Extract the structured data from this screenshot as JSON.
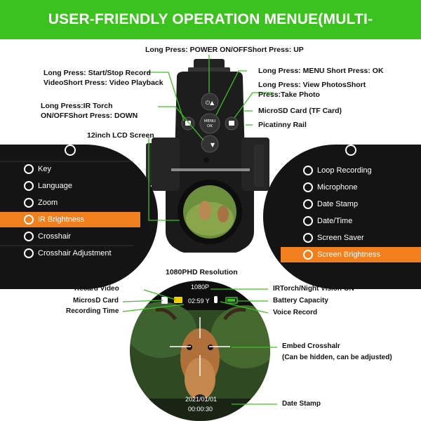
{
  "banner": {
    "title": "USER-FRIENDLY OPERATION MENUE(MULTI-LANGUAGES)",
    "color": "#3bc21f"
  },
  "callouts": {
    "power": "Long Press: POWER ON/OFFShort Press: UP",
    "record": "Long Press: Start/Stop Record VideoShort Press: Video Playback",
    "menu": "Long Press: MENU Short Press: OK",
    "photos": "Long Press: View PhotosShort Press:Take Photo",
    "torch": "Long Press:IR Torch ON/OFFShort Press: DOWN",
    "microsd": "MicroSD Card (TF Card)",
    "picatinny": "Picatinny Rail",
    "lcd": "12inch LCD Screen"
  },
  "device": {
    "power_label": "⏻▲",
    "menu_label_1": "MENU",
    "menu_label_2": "OK",
    "down_label": "▼"
  },
  "left_menu": {
    "items": [
      {
        "label": "Key",
        "icon": "gear-icon"
      },
      {
        "label": "Language",
        "icon": "language-icon"
      },
      {
        "label": "Zoom",
        "icon": "gear-icon"
      },
      {
        "label": "IR Brightness",
        "icon": "gear-icon",
        "highlight": true
      },
      {
        "label": "Crosshair",
        "icon": "crosshair-icon"
      },
      {
        "label": "Crosshair Adjustment",
        "icon": "crosshair-adjust-icon"
      }
    ]
  },
  "right_menu": {
    "items": [
      {
        "label": "Loop Recording",
        "icon": "loop-icon"
      },
      {
        "label": "Microphone",
        "icon": "microphone-icon"
      },
      {
        "label": "Date Stamp",
        "icon": "calendar-icon"
      },
      {
        "label": "Date/Time",
        "icon": "clock-icon"
      },
      {
        "label": "Screen Saver",
        "icon": "monitor-icon"
      },
      {
        "label": "Screen Brightness",
        "icon": "brightness-icon",
        "highlight": true
      }
    ]
  },
  "screen": {
    "resolution": "1080PHD Resolution",
    "res_badge": "1080P",
    "rec_time": "02:59",
    "date": "2021/01/01",
    "time": "00:00:30"
  },
  "bottom_labels": {
    "record_video": "Recard Video",
    "microsd": "MicrosD Card",
    "recording_time": "Recording Time",
    "ir_torch": "IRTorch/Night Vision ON",
    "battery": "Battery Capacity",
    "voice": "Voice Record",
    "crosshair_1": "Embed Crosshalr",
    "crosshair_2": "(Can be hidden, can be adjusted)",
    "date_stamp": "Date Stamp"
  },
  "colors": {
    "green": "#3bc21f",
    "orange": "#f27f1d",
    "dark": "#141414"
  }
}
